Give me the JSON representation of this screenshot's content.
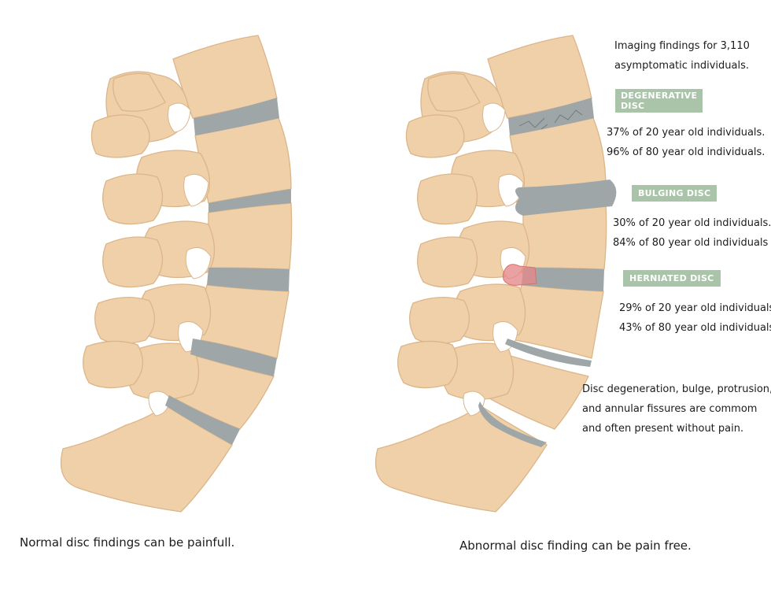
{
  "intro": {
    "line1": "Imaging findings for 3,110",
    "line2": "asymptomatic individuals."
  },
  "degenerative": {
    "label_line1": "DEGENERATIVE",
    "label_line2": "DISC",
    "stat1": "37% of 20 year old individuals.",
    "stat2": "96% of 80 year old individuals."
  },
  "bulging": {
    "label": "BULGING DISC",
    "stat1": "30% of 20 year old individuals.",
    "stat2": "84% of 80 year old individuals"
  },
  "herniated": {
    "label": "HERNIATED DISC",
    "stat1": "29% of 20 year old individuals",
    "stat2": "43% of 80 year old individuals"
  },
  "note": {
    "line1": "Disc degeneration, bulge, protrusion,",
    "line2": "and annular fissures are commom",
    "line3": "and often present without pain."
  },
  "captions": {
    "left": "Normal disc findings can be painfull.",
    "right": "Abnormal disc finding can be pain free."
  },
  "colors": {
    "bone": "#efd0a8",
    "bone_outline": "#dcb58a",
    "disc": "#9ea6a8",
    "badge": "#a9c4a9",
    "hernia": "#e48a8a"
  }
}
